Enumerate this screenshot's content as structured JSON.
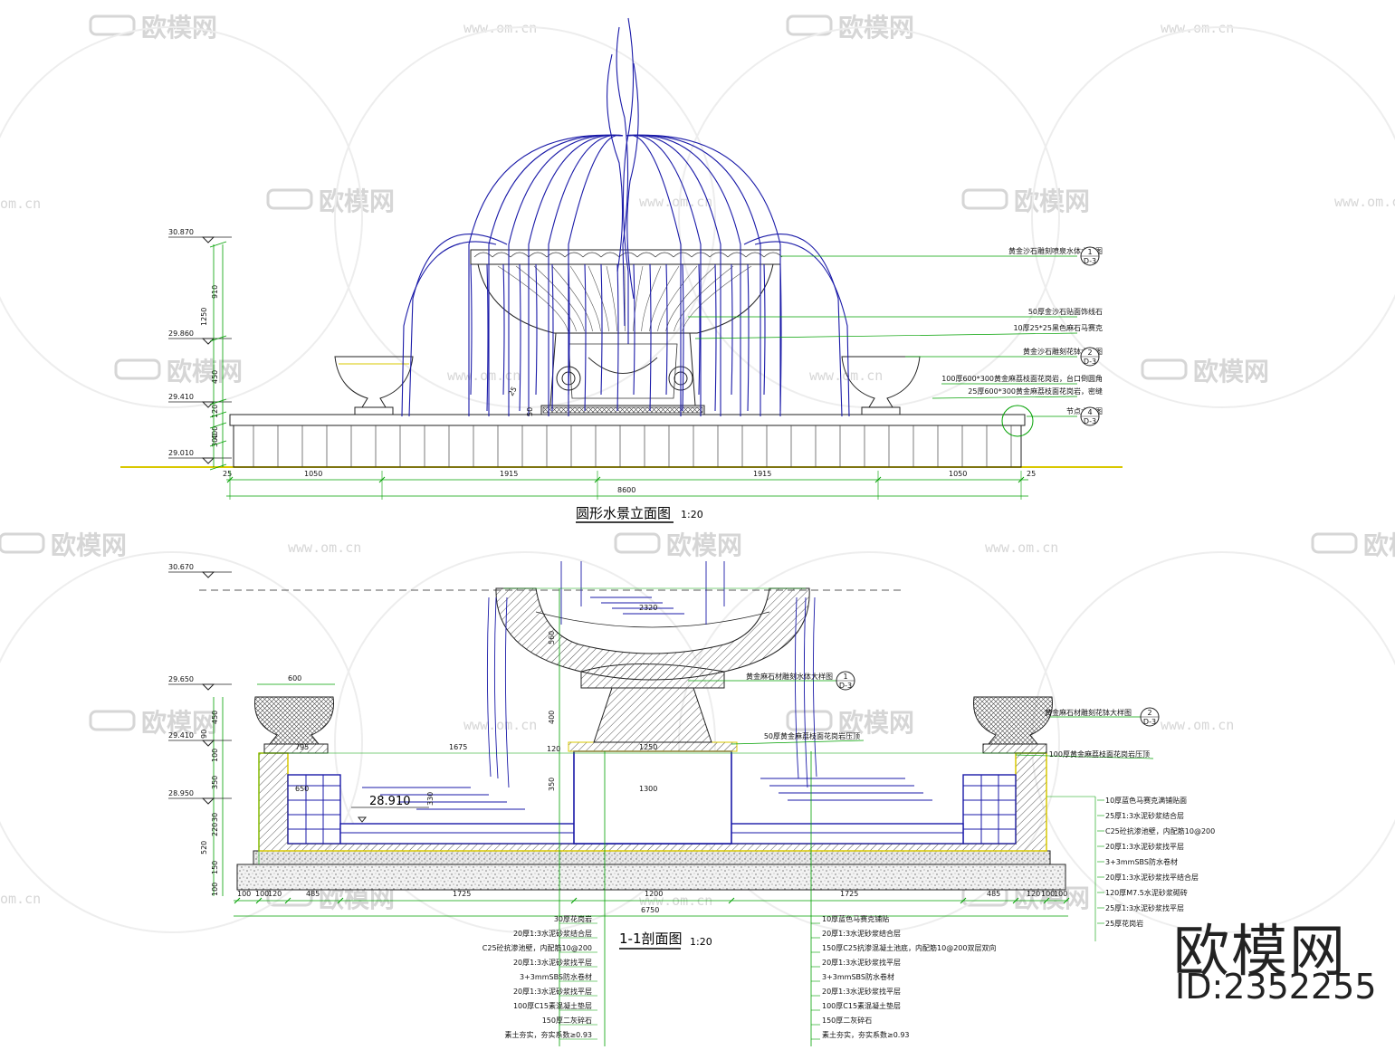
{
  "watermark": {
    "brand": "欧模网",
    "url": "www.om.cn",
    "url_short": "om.cn"
  },
  "elevation": {
    "title": "圆形水景立面图",
    "scale": "1:20",
    "levels": [
      "30.870",
      "29.860",
      "29.410",
      "29.010"
    ],
    "vertical_dims": [
      "910",
      "1250",
      "450",
      "120",
      "400",
      "300"
    ],
    "horizontal_dims": [
      "25",
      "1050",
      "1915",
      "1915",
      "1050",
      "25"
    ],
    "total_dim": "8600",
    "callouts": [
      {
        "text": "黄金沙石雕刻喷泉水体大样图",
        "num": "1",
        "sheet": "D-3"
      },
      {
        "text": "50厚金沙石贴面饰线石",
        "num": "",
        "sheet": ""
      },
      {
        "text": "10厚25*25黑色麻石马赛克",
        "num": "",
        "sheet": ""
      },
      {
        "text": "黄金沙石雕刻花钵大样图",
        "num": "2",
        "sheet": "D-3"
      },
      {
        "text": "100厚600*300黄金麻荔枝面花岗岩，台口倒圆角",
        "num": "",
        "sheet": ""
      },
      {
        "text": "25厚600*300黄金麻荔枝面花岗岩，密缝",
        "num": "",
        "sheet": ""
      },
      {
        "text": "节点大样图",
        "num": "4",
        "sheet": "D-3"
      }
    ],
    "small_dims": [
      "25",
      "50"
    ]
  },
  "section": {
    "title": "1-1剖面图",
    "scale": "1:20",
    "levels": [
      "30.670",
      "29.650",
      "29.410",
      "28.950"
    ],
    "water_level": "28.910",
    "vertical_dims_left": [
      "450",
      "90",
      "100",
      "350",
      "30",
      "220",
      "520",
      "150",
      "100"
    ],
    "inner_dims": [
      "600",
      "795",
      "1675",
      "1250",
      "2320",
      "560",
      "400",
      "120",
      "350",
      "1300",
      "650",
      "330"
    ],
    "horizontal_dims": [
      "100",
      "100",
      "120",
      "485",
      "1725",
      "1200",
      "1725",
      "485",
      "120",
      "100",
      "100"
    ],
    "total_dim": "6750",
    "callouts_right": [
      {
        "text": "黄金麻石材雕刻水体大样图",
        "num": "1",
        "sheet": "D-3"
      },
      {
        "text": "黄金麻石材雕刻花钵大样图",
        "num": "2",
        "sheet": "D-3"
      },
      {
        "text": "50厚黄金麻荔枝面花岗岩压顶",
        "num": "",
        "sheet": ""
      },
      {
        "text": "100厚黄金麻荔枝面花岗岩压顶",
        "num": "",
        "sheet": ""
      }
    ],
    "layers_right": [
      "10厚蓝色马赛克满铺贴面",
      "25厚1:3水泥砂浆结合层",
      "C25砼抗渗池壁，内配筋10@200",
      "20厚1:3水泥砂浆找平层",
      "3+3mmSBS防水卷材",
      "20厚1:3水泥砂浆找平结合层",
      "120厚M7.5水泥砂浆砌砖",
      "25厚1:3水泥砂浆找平层",
      "25厚花岗岩"
    ],
    "layers_bottom_left": [
      "30厚花岗岩",
      "20厚1:3水泥砂浆结合层",
      "C25砼抗渗池壁，内配筋10@200",
      "20厚1:3水泥砂浆找平层",
      "3+3mmSBS防水卷材",
      "20厚1:3水泥砂浆找平层",
      "100厚C15素混凝土垫层",
      "150厚二灰碎石",
      "素土夯实，夯实系数≥0.93"
    ],
    "layers_bottom_right": [
      "10厚蓝色马赛克铺贴",
      "20厚1:3水泥砂浆结合层",
      "150厚C25抗渗混凝土池底，内配筋10@200双层双向",
      "20厚1:3水泥砂浆找平层",
      "3+3mmSBS防水卷材",
      "20厚1:3水泥砂浆找平层",
      "100厚C15素混凝土垫层",
      "150厚二灰碎石",
      "素土夯实，夯实系数≥0.93"
    ]
  },
  "brand": {
    "name": "欧模网",
    "id": "ID:2352255"
  },
  "colors": {
    "line": "#111111",
    "dim_green": "#00a000",
    "water_blue": "#1a1aa8",
    "outline_yellow": "#d9c800",
    "hatch": "#555555"
  }
}
